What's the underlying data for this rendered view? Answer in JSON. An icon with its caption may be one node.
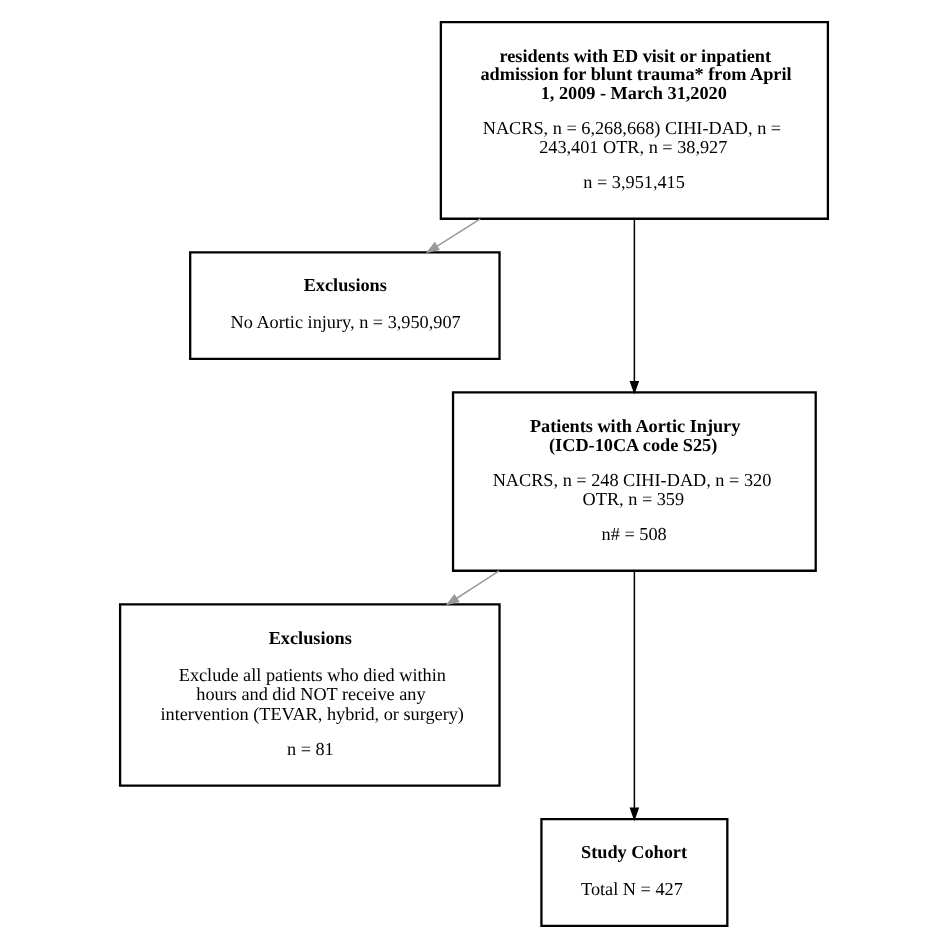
{
  "diagram": {
    "nodes": [
      {
        "text": [
          "residents with ED visit or inpatient admission for blunt trauma* from April 1, 2009 - March 31,2020",
          "NACRS, n = 6,268,668) CIHI-DAD, n = 243,401 OTR, n = 38,927",
          "n = 3,951,415"
        ]
      },
      {
        "text": [
          "Exclusions",
          "No Aortic injury, n = 3,950,907"
        ]
      },
      {
        "text": [
          "Patients with Aortic Injury (ICD-10CA code S25)",
          "NACRS, n = 248 CIHI-DAD, n = 320 OTR, n = 359",
          "n# = 508"
        ]
      },
      {
        "text": [
          "Exclusions",
          "Exclude all patients who died within hours and did NOT receive any intervention (TEVAR, hybrid, or surgery)",
          "n = 81"
        ]
      },
      {
        "text": [
          "Study Cohort",
          "Total N = 427"
        ]
      }
    ],
    "edges": [
      {
        "from": 0,
        "to": 2,
        "arrow": "to"
      },
      {
        "from": 0,
        "to": 1,
        "arrow": "to",
        "color": "#999999"
      },
      {
        "from": 2,
        "to": 4,
        "arrow": "to"
      },
      {
        "from": 2,
        "to": 3,
        "arrow": "to",
        "color": "#999999"
      }
    ]
  }
}
